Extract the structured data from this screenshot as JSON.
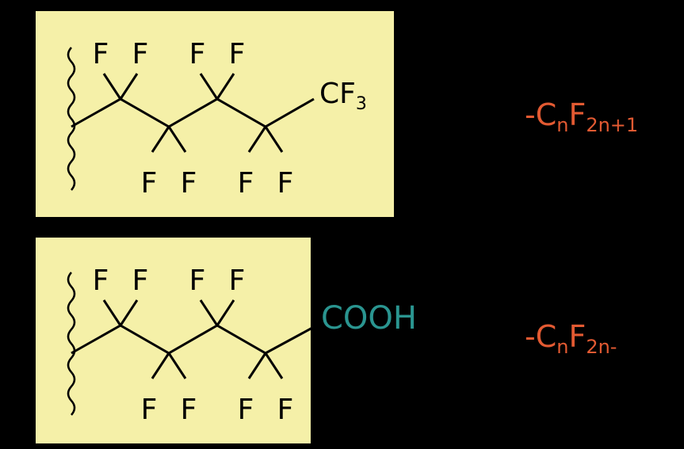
{
  "colors": {
    "background": "#000000",
    "panel": "#f5f0a8",
    "bond": "#000000",
    "formula": "#e35a32",
    "acid_group": "#2a9590"
  },
  "molecule_top": {
    "fluorines_upper": [
      "F",
      "F",
      "F",
      "F"
    ],
    "fluorines_lower": [
      "F",
      "F",
      "F",
      "F"
    ],
    "terminal_main": "CF",
    "terminal_sub": "3"
  },
  "molecule_bottom": {
    "fluorines_upper": [
      "F",
      "F",
      "F",
      "F"
    ],
    "fluorines_lower": [
      "F",
      "F",
      "F",
      "F"
    ],
    "terminal": "COOH"
  },
  "formula_top": {
    "prefix": "-C",
    "sub1": "n",
    "mid": "F",
    "sub2": "2n+1"
  },
  "formula_bottom": {
    "prefix": "-C",
    "sub1": "n",
    "mid": "F",
    "sub2": "2n-"
  }
}
